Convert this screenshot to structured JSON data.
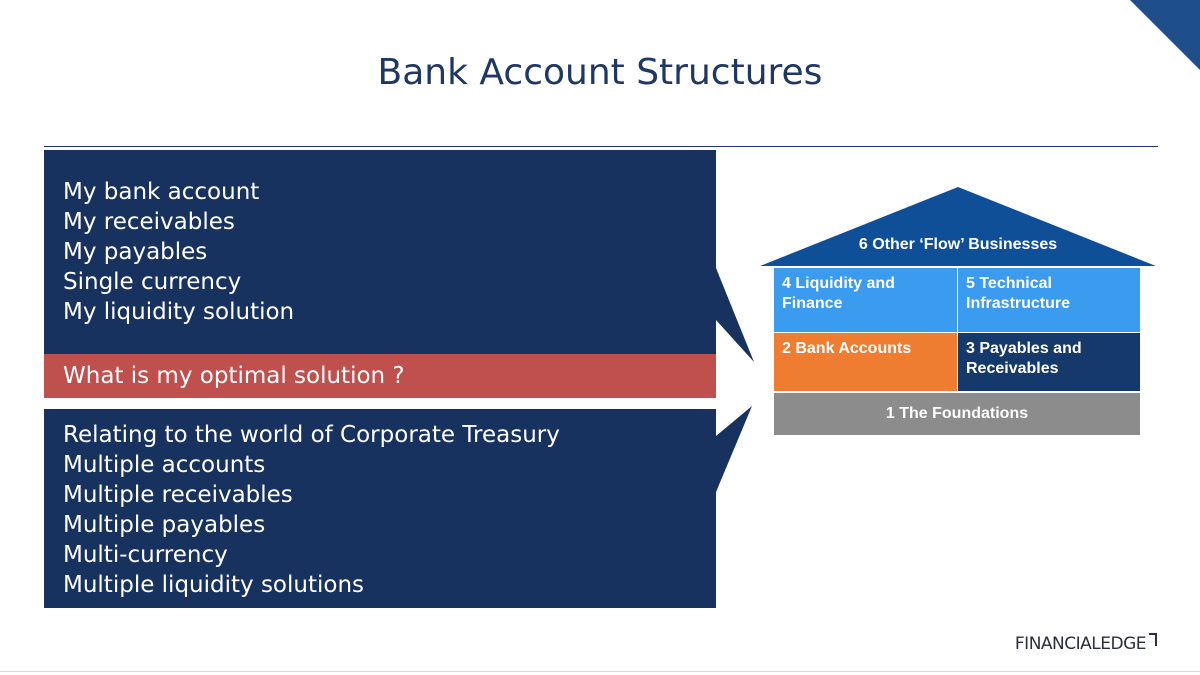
{
  "slide": {
    "title": "Bank Account Structures"
  },
  "top_panel": {
    "lines": [
      "My bank account",
      "My receivables",
      "My payables",
      "Single currency",
      "My liquidity solution"
    ]
  },
  "question": "What is my optimal solution ?",
  "bottom_panel": {
    "lines": [
      "Relating to the world of Corporate Treasury",
      "Multiple accounts",
      "Multiple receivables",
      "Multiple payables",
      "Multi-currency",
      "Multiple liquidity solutions"
    ]
  },
  "house": {
    "roof": "6 Other ‘Flow’ Businesses",
    "liquidity": "4 Liquidity and Finance",
    "technical": "5 Technical Infrastructure",
    "bank_accounts": "2 Bank Accounts",
    "payables": "3 Payables and Receivables",
    "foundations": "1 The Foundations"
  },
  "logo": {
    "text": "FINANCIALEDGE"
  },
  "colors": {
    "navy": "#18325f",
    "question_red": "#c0504d",
    "roof_blue": "#0f4f98",
    "light_blue": "#3b9bef",
    "orange": "#ee7d31",
    "dark_blue": "#14396a",
    "grey": "#8c8c8c"
  }
}
